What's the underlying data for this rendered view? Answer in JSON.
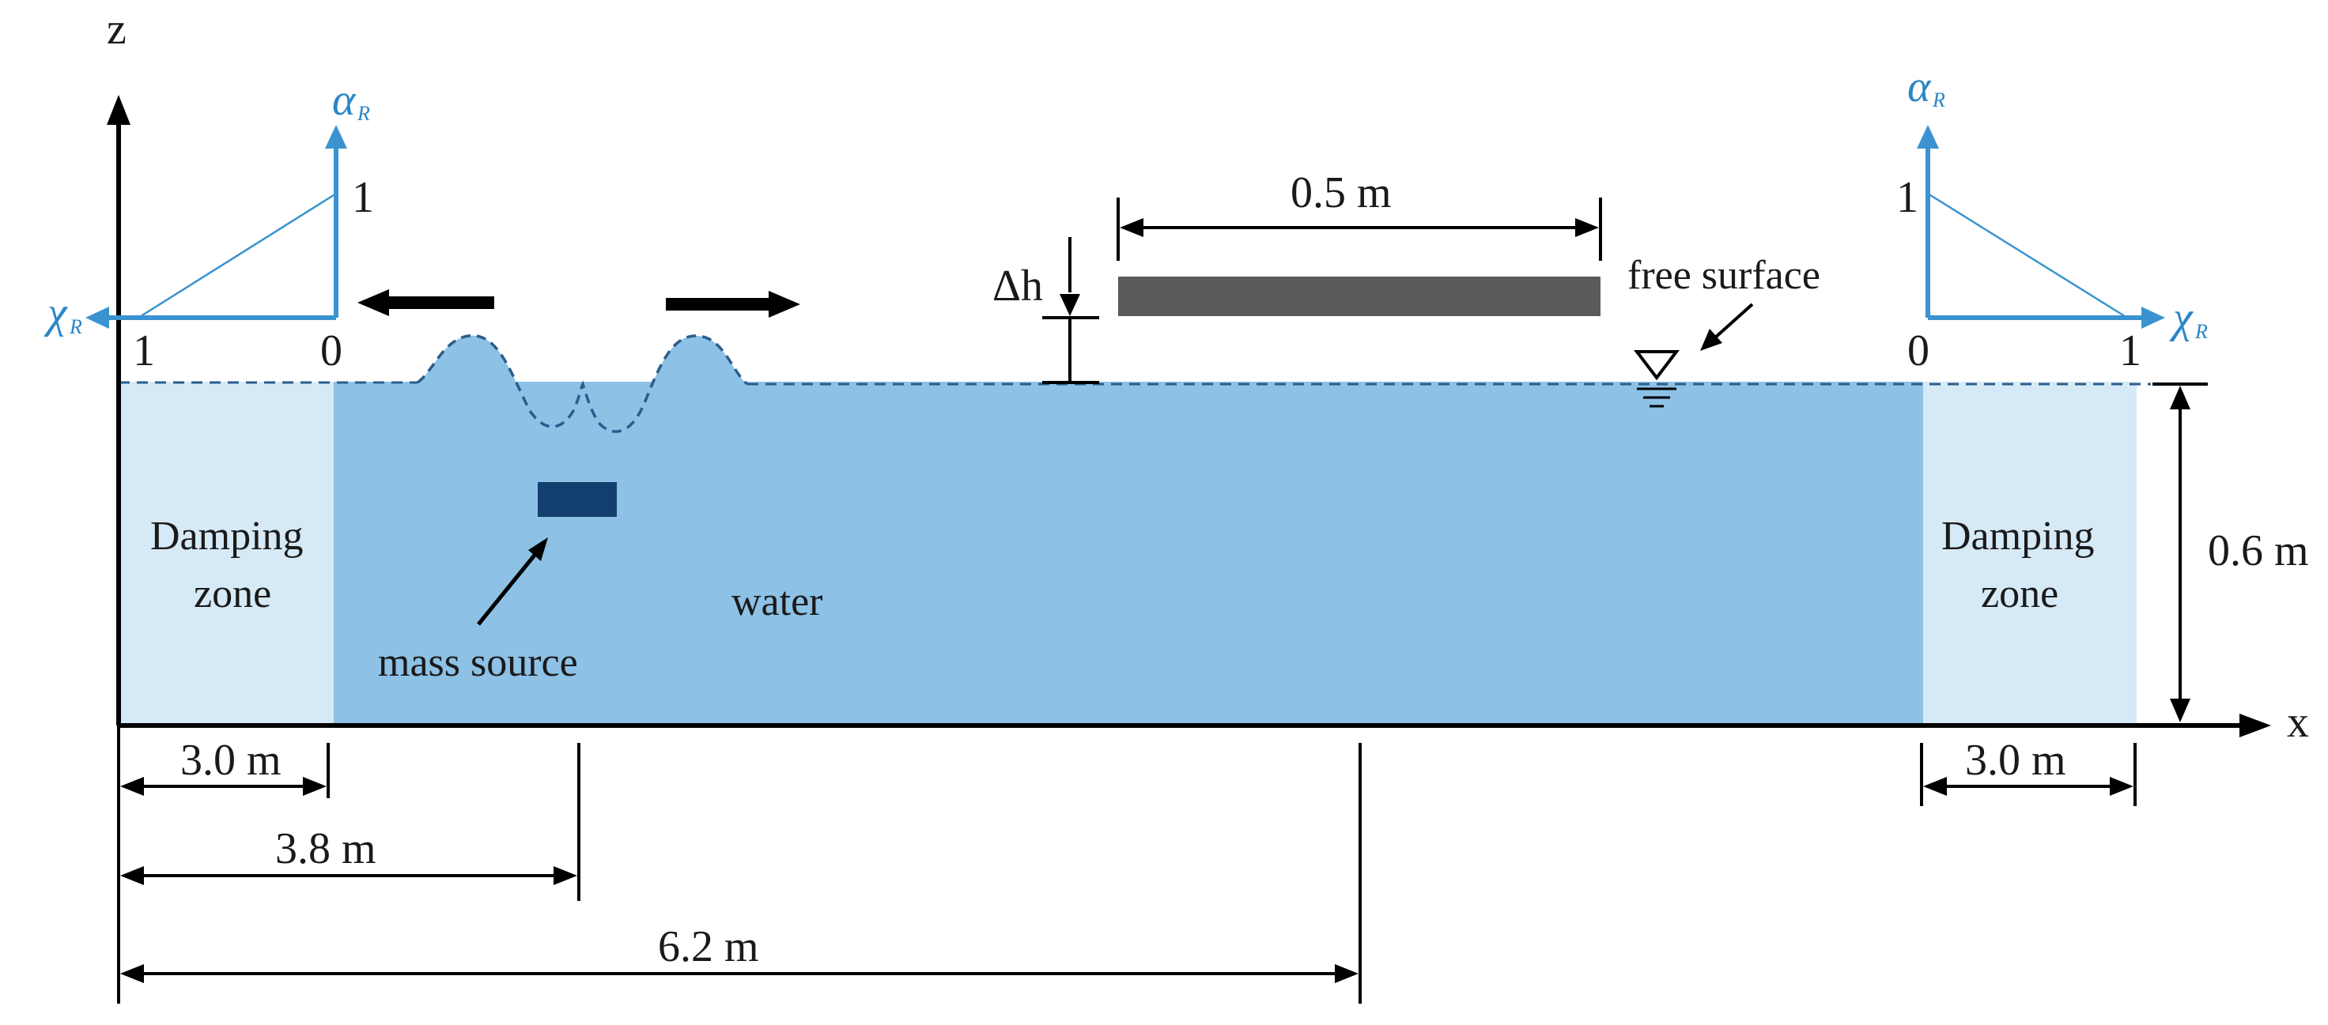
{
  "axes": {
    "z_label": "z",
    "x_label": "x"
  },
  "labels": {
    "damping_zone_left_line1": "Damping",
    "damping_zone_left_line2": "zone",
    "damping_zone_right_line1": "Damping",
    "damping_zone_right_line2": "zone",
    "water": "water",
    "mass_source": "mass source",
    "free_surface": "free surface",
    "delta_h": "Δh"
  },
  "dimensions": {
    "left_damping_width": "3.0 m",
    "source_distance": "3.8 m",
    "body_distance": "6.2 m",
    "right_damping_width": "3.0 m",
    "body_length": "0.5 m",
    "water_depth": "0.6 m"
  },
  "ramp_left": {
    "alpha_symbol": "α",
    "alpha_sub": "R",
    "chi_symbol": "χ",
    "chi_sub": "R",
    "alpha_max": "1",
    "chi_at_end": "1",
    "chi_at_origin": "0"
  },
  "ramp_right": {
    "alpha_symbol": "α",
    "alpha_sub": "R",
    "chi_symbol": "χ",
    "chi_sub": "R",
    "alpha_max": "1",
    "chi_at_origin": "0",
    "chi_at_end": "1"
  },
  "colors": {
    "water": "#8dc1e6",
    "damping_zone": "#d6e9f6",
    "body": "#5a5a5a",
    "mass_source": "#123f6e",
    "ramp_axes": "#3a93d0"
  }
}
